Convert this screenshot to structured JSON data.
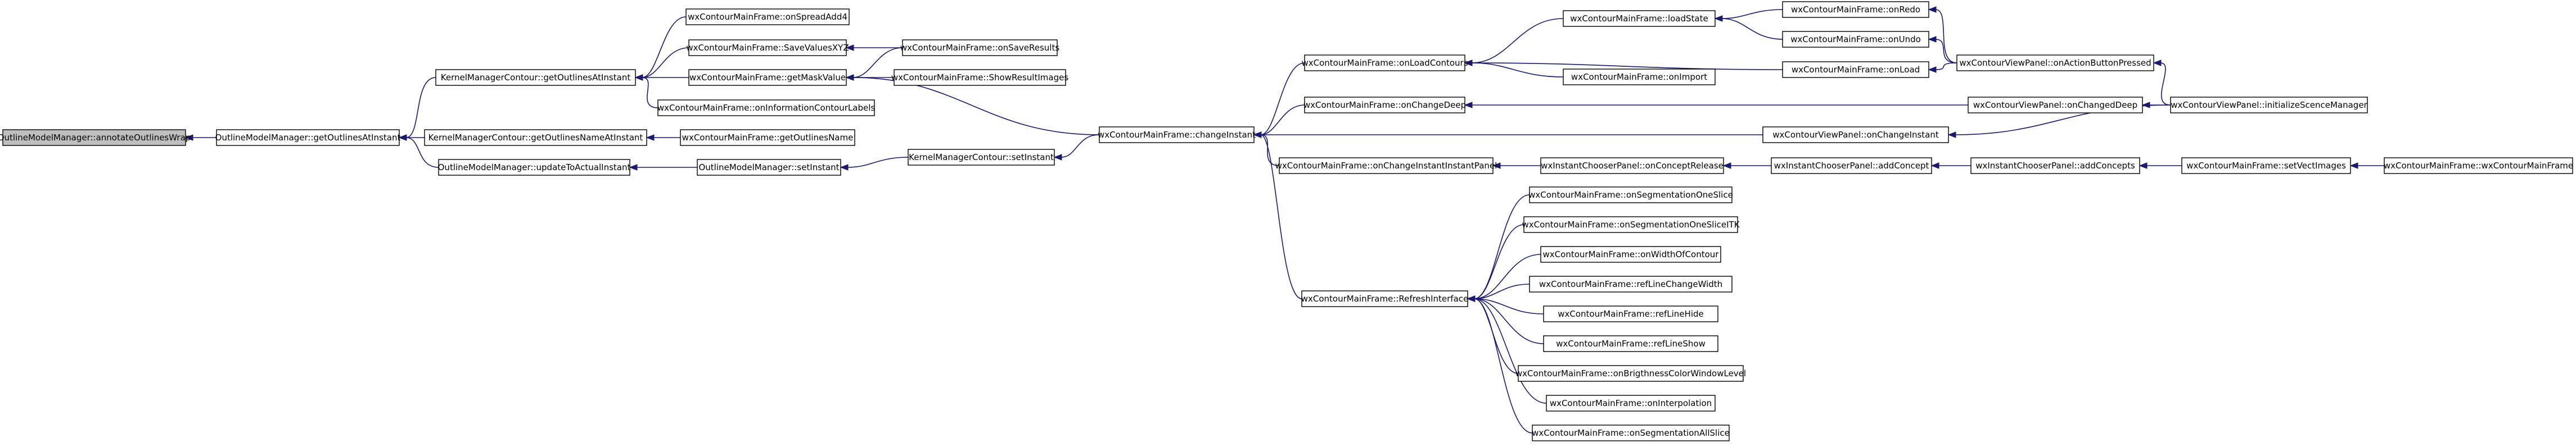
{
  "nodes": [
    {
      "id": "n0",
      "label": "OutlineModelManager::annotateOutlinesWrap"
    },
    {
      "id": "n1",
      "label": "OutlineModelManager::getOutlinesAtInstant"
    },
    {
      "id": "n2",
      "label": "KernelManagerContour::getOutlinesAtInstant"
    },
    {
      "id": "n3",
      "label": "KernelManagerContour::getOutlinesNameAtInstant"
    },
    {
      "id": "n4",
      "label": "OutlineModelManager::updateToActualInstant"
    },
    {
      "id": "n5",
      "label": "wxContourMainFrame::onSpreadAdd4"
    },
    {
      "id": "n6",
      "label": "wxContourMainFrame::SaveValuesXYZ"
    },
    {
      "id": "n7",
      "label": "wxContourMainFrame::getMaskValue"
    },
    {
      "id": "n8",
      "label": "wxContourMainFrame::onInformationContourLabels"
    },
    {
      "id": "n9",
      "label": "wxContourMainFrame::getOutlinesName"
    },
    {
      "id": "n10",
      "label": "OutlineModelManager::setInstant"
    },
    {
      "id": "n11",
      "label": "wxContourMainFrame::onSaveResults"
    },
    {
      "id": "n12",
      "label": "wxContourMainFrame::ShowResultImages"
    },
    {
      "id": "n13",
      "label": "KernelManagerContour::setInstant"
    },
    {
      "id": "n14",
      "label": "wxContourMainFrame::changeInstant"
    },
    {
      "id": "n15",
      "label": "wxContourMainFrame::onLoadContours"
    },
    {
      "id": "n16",
      "label": "wxContourMainFrame::onChangeDeep"
    },
    {
      "id": "n17",
      "label": "wxContourMainFrame::onChangeInstantInstantPanel"
    },
    {
      "id": "n18",
      "label": "wxContourMainFrame::RefreshInterface"
    },
    {
      "id": "n19",
      "label": "wxContourMainFrame::loadState"
    },
    {
      "id": "n20",
      "label": "wxContourMainFrame::onImport"
    },
    {
      "id": "n21",
      "label": "wxInstantChooserPanel::onConceptRelease"
    },
    {
      "id": "n22",
      "label": "wxContourMainFrame::onSegmentationOneSlice"
    },
    {
      "id": "n23",
      "label": "wxContourMainFrame::onSegmentationOneSliceITK"
    },
    {
      "id": "n24",
      "label": "wxContourMainFrame::onWidthOfContour"
    },
    {
      "id": "n25",
      "label": "wxContourMainFrame::refLineChangeWidth"
    },
    {
      "id": "n26",
      "label": "wxContourMainFrame::refLineHide"
    },
    {
      "id": "n27",
      "label": "wxContourMainFrame::refLineShow"
    },
    {
      "id": "n28",
      "label": "wxContourMainFrame::onBrigthnessColorWindowLevel"
    },
    {
      "id": "n29",
      "label": "wxContourMainFrame::onInterpolation"
    },
    {
      "id": "n30",
      "label": "wxContourMainFrame::onSegmentationAllSlice"
    },
    {
      "id": "n31",
      "label": "wxContourMainFrame::onRedo"
    },
    {
      "id": "n32",
      "label": "wxContourMainFrame::onUndo"
    },
    {
      "id": "n33",
      "label": "wxContourMainFrame::onLoad"
    },
    {
      "id": "n34",
      "label": "wxContourViewPanel::onChangeInstant"
    },
    {
      "id": "n35",
      "label": "wxInstantChooserPanel::addConcept"
    },
    {
      "id": "n36",
      "label": "wxContourViewPanel::onActionButtonPressed"
    },
    {
      "id": "n37",
      "label": "wxContourViewPanel::onChangedDeep"
    },
    {
      "id": "n38",
      "label": "wxInstantChooserPanel::addConcepts"
    },
    {
      "id": "n39",
      "label": "wxContourViewPanel::initializeScenceManager"
    },
    {
      "id": "n40",
      "label": "wxContourMainFrame::setVectImages"
    },
    {
      "id": "n41",
      "label": "wxContourMainFrame::wxContourMainFrame"
    }
  ],
  "edges": [
    [
      "n0",
      "n1"
    ],
    [
      "n1",
      "n2"
    ],
    [
      "n1",
      "n3"
    ],
    [
      "n1",
      "n4"
    ],
    [
      "n2",
      "n5"
    ],
    [
      "n2",
      "n6"
    ],
    [
      "n2",
      "n7"
    ],
    [
      "n2",
      "n8"
    ],
    [
      "n3",
      "n9"
    ],
    [
      "n4",
      "n10"
    ],
    [
      "n6",
      "n11"
    ],
    [
      "n7",
      "n11"
    ],
    [
      "n7",
      "n12"
    ],
    [
      "n7",
      "n14"
    ],
    [
      "n10",
      "n13"
    ],
    [
      "n13",
      "n14"
    ],
    [
      "n14",
      "n15"
    ],
    [
      "n14",
      "n16"
    ],
    [
      "n14",
      "n17"
    ],
    [
      "n14",
      "n18"
    ],
    [
      "n14",
      "n34"
    ],
    [
      "n15",
      "n19"
    ],
    [
      "n15",
      "n20"
    ],
    [
      "n15",
      "n33"
    ],
    [
      "n16",
      "n37"
    ],
    [
      "n17",
      "n21"
    ],
    [
      "n18",
      "n22"
    ],
    [
      "n18",
      "n23"
    ],
    [
      "n18",
      "n24"
    ],
    [
      "n18",
      "n25"
    ],
    [
      "n18",
      "n26"
    ],
    [
      "n18",
      "n27"
    ],
    [
      "n18",
      "n28"
    ],
    [
      "n18",
      "n29"
    ],
    [
      "n18",
      "n30"
    ],
    [
      "n19",
      "n31"
    ],
    [
      "n19",
      "n32"
    ],
    [
      "n21",
      "n35"
    ],
    [
      "n31",
      "n36"
    ],
    [
      "n32",
      "n36"
    ],
    [
      "n33",
      "n36"
    ],
    [
      "n34",
      "n39"
    ],
    [
      "n35",
      "n38"
    ],
    [
      "n36",
      "n39"
    ],
    [
      "n37",
      "n39"
    ],
    [
      "n38",
      "n40"
    ],
    [
      "n40",
      "n41"
    ]
  ]
}
